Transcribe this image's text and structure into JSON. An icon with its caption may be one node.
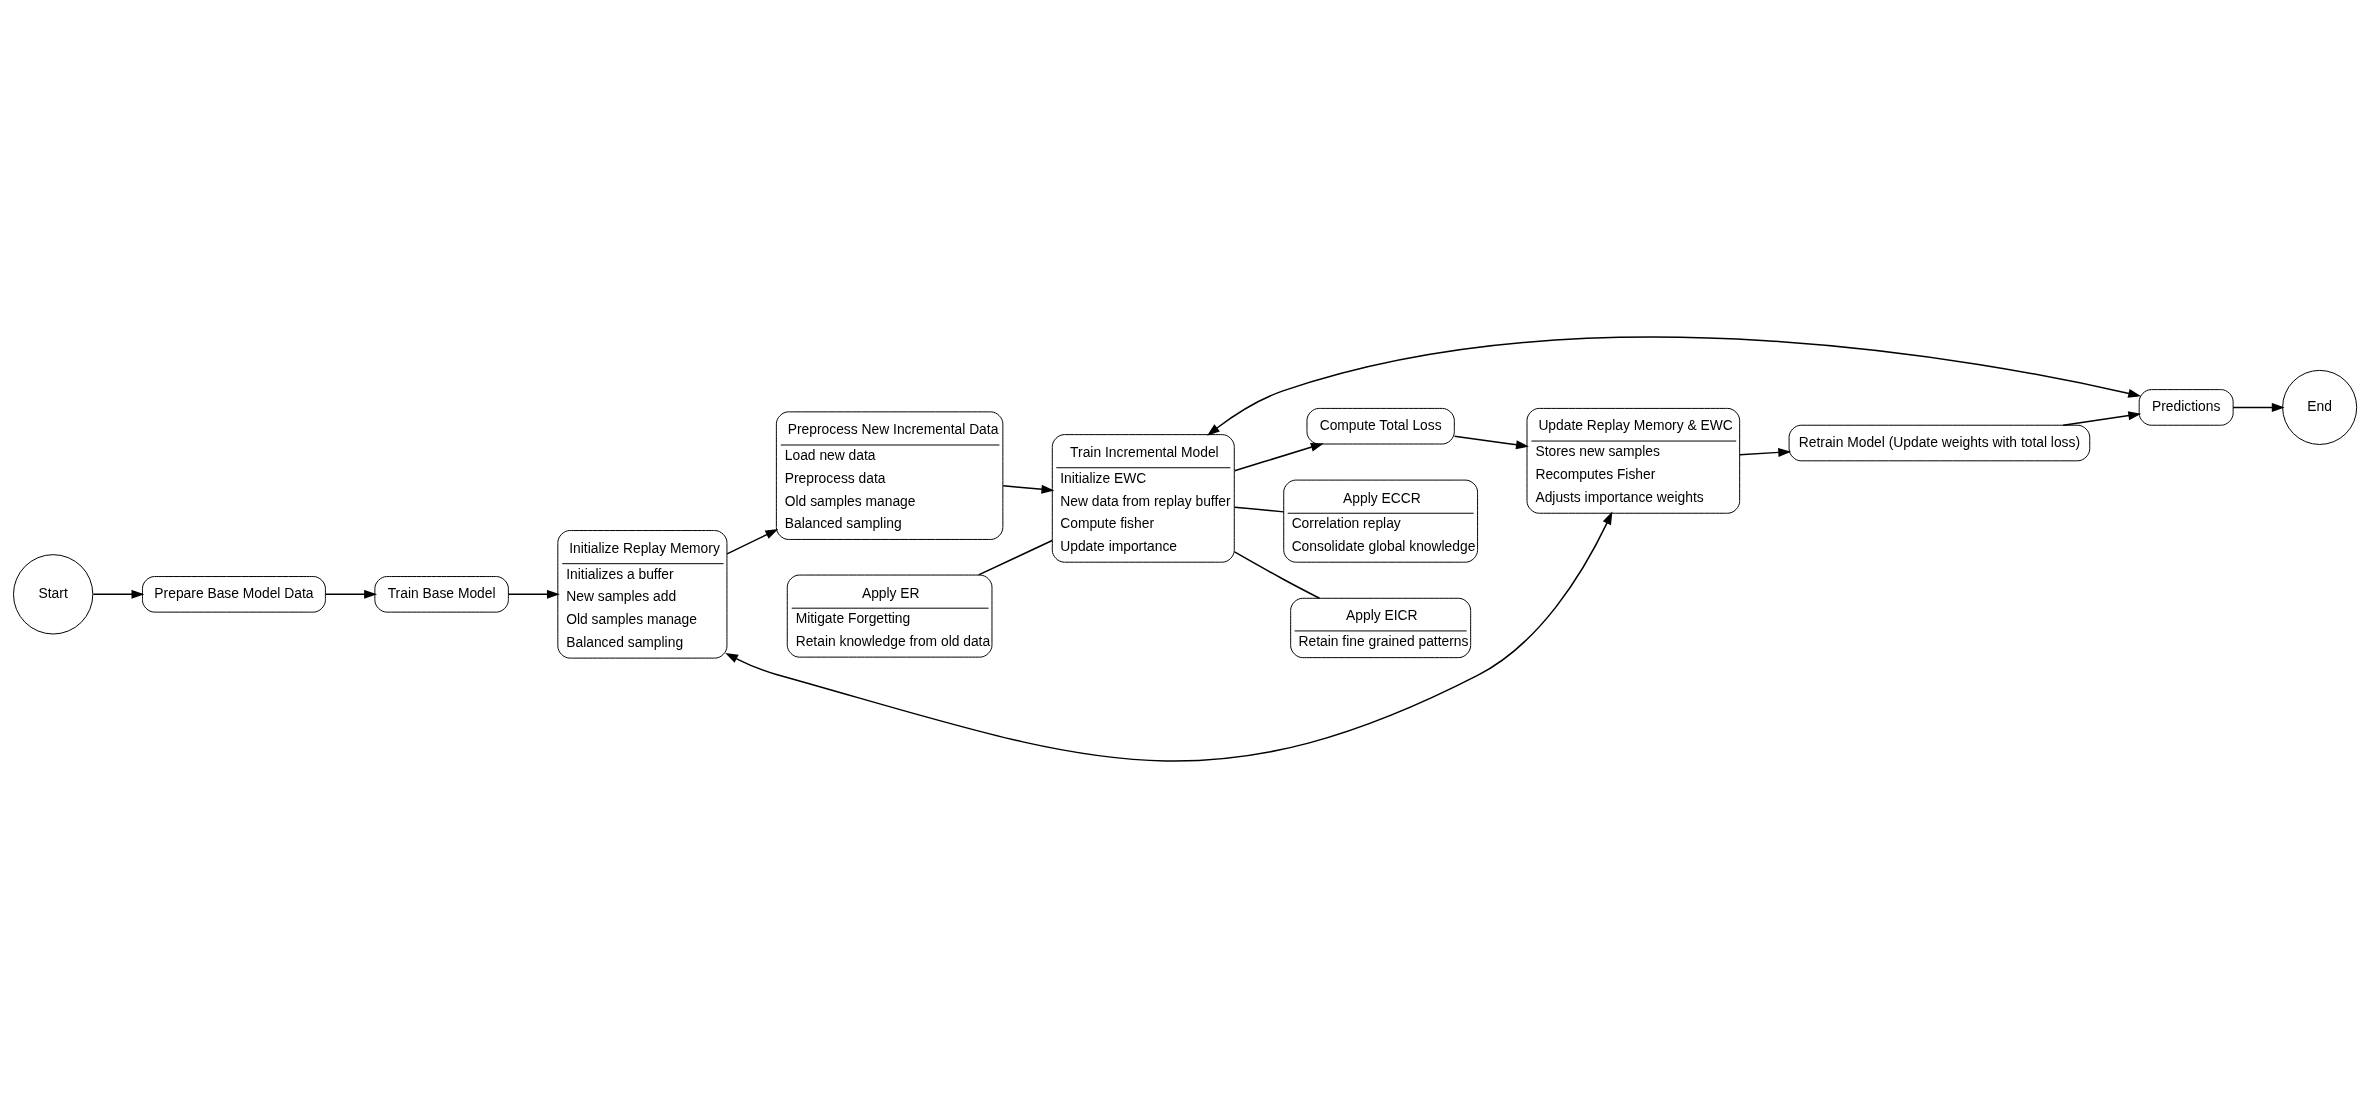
{
  "diagram": {
    "nodes": [
      {
        "text": [
          "Start"
        ]
      },
      {
        "text": [
          "Prepare Base Model Data"
        ]
      },
      {
        "text": [
          "Train Base Model"
        ]
      },
      {
        "text": [
          "Initialize Replay Memory",
          "Initializes a buffer",
          "New samples add",
          "Old samples manage",
          "Balanced sampling"
        ]
      },
      {
        "text": [
          "Preprocess New Incremental Data",
          "Load new data",
          "Preprocess data",
          "Old samples manage",
          "Balanced sampling"
        ]
      },
      {
        "text": [
          "Update Replay Memory & EWC",
          "Stores new samples",
          "Recomputes Fisher",
          "Adjusts importance weights"
        ]
      },
      {
        "text": [
          "Retrain Model (Update weights with total loss)"
        ]
      },
      {
        "text": [
          "Predictions"
        ]
      },
      {
        "text": [
          "End"
        ]
      },
      {
        "text": [
          "Compute Total Loss"
        ]
      },
      {
        "text": [
          "Train Incremental Model",
          "Initialize EWC",
          "New data from replay buffer",
          "Compute fisher",
          "Update importance"
        ]
      },
      {
        "text": [
          "Apply ER",
          "Mitigate Forgetting",
          "Retain knowledge from old data"
        ]
      },
      {
        "text": [
          "Apply ECCR",
          "Correlation replay",
          "Consolidate global knowledge"
        ]
      },
      {
        "text": [
          "Apply EICR",
          "Retain fine grained patterns"
        ]
      }
    ],
    "edges": [
      {
        "from": 0,
        "to": 1,
        "arrow": "to"
      },
      {
        "from": 1,
        "to": 2,
        "arrow": "to"
      },
      {
        "from": 2,
        "to": 3,
        "arrow": "to"
      },
      {
        "from": 3,
        "to": 5,
        "arrow": "both"
      },
      {
        "from": 3,
        "to": 4,
        "arrow": "to"
      },
      {
        "from": 4,
        "to": 10,
        "arrow": "to"
      },
      {
        "from": 10,
        "to": 9,
        "arrow": "to"
      },
      {
        "from": 9,
        "to": 5,
        "arrow": "to"
      },
      {
        "from": 5,
        "to": 6,
        "arrow": "to"
      },
      {
        "from": 6,
        "to": 7,
        "arrow": "to"
      },
      {
        "from": 7,
        "to": 8,
        "arrow": "to"
      },
      {
        "from": 7,
        "to": 10,
        "arrow": "both"
      },
      {
        "from": 11,
        "to": 10,
        "arrow": "none"
      },
      {
        "from": 10,
        "to": 12,
        "arrow": "none"
      },
      {
        "from": 10,
        "to": 13,
        "arrow": "none"
      }
    ]
  }
}
